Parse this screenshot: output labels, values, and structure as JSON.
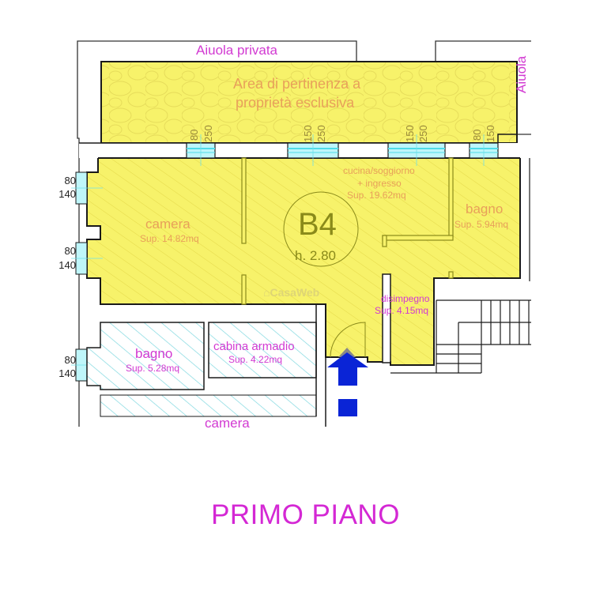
{
  "floor_title": "PRIMO PIANO",
  "colors": {
    "unit_fill": "#f7f26a",
    "unit_hatch": "#e8dc4a",
    "other_unit_hatch": "#7fd8e0",
    "wall": "#1a1a1a",
    "window": "#5ee6f0",
    "label_unit": "#e8a05a",
    "label_other": "#d23ad2",
    "unit_badge": "#8a8a1a",
    "entry_arrow": "#0a24d6",
    "title": "#d428d4"
  },
  "outdoor": {
    "garden_top": "Aiuola privata",
    "garden_right": "Aiuola",
    "exclusive_area_line1": "Area di pertinenza a",
    "exclusive_area_line2": "proprietà esclusiva"
  },
  "unit": {
    "id": "B4",
    "height": "h. 2.80",
    "rooms": [
      {
        "name": "camera",
        "area": "Sup. 14.82mq"
      },
      {
        "name_line1": "cucina/soggiorno",
        "name_line2": "+ ingresso",
        "area": "Sup. 19.62mq"
      },
      {
        "name": "bagno",
        "area": "Sup. 5.94mq"
      },
      {
        "name": "disimpegno",
        "area": "Sup. 4.15mq"
      }
    ]
  },
  "adjacent_unit": {
    "rooms": [
      {
        "name": "bagno",
        "area": "Sup. 5.28mq"
      },
      {
        "name": "cabina armadio",
        "area": "Sup. 4.22mq"
      },
      {
        "name": "camera"
      }
    ]
  },
  "windows_top": [
    {
      "w": "80",
      "h": "250"
    },
    {
      "w": "150",
      "h": "250"
    },
    {
      "w": "150",
      "h": "250"
    },
    {
      "w": "80",
      "h": "150"
    }
  ],
  "windows_left": [
    {
      "w": "80",
      "h": "140"
    },
    {
      "w": "80",
      "h": "140"
    },
    {
      "w": "80",
      "h": "140"
    }
  ],
  "watermark": "CasaWeb"
}
